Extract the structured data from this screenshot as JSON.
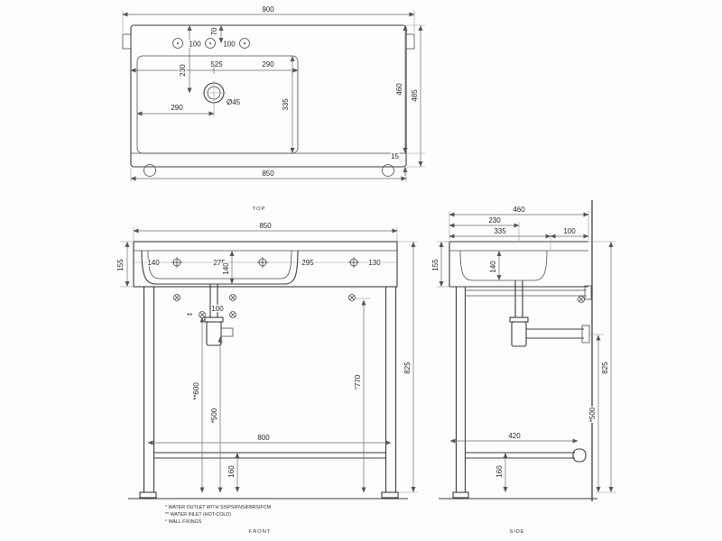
{
  "top_view": {
    "label": "TOP",
    "dim_overall_width": "900",
    "dim_hole_setback": "70",
    "dim_hole_pitch_1": "100",
    "dim_hole_pitch_2": "100",
    "dim_drain_setback": "230",
    "dim_525": "525",
    "dim_290_upper": "290",
    "dim_drain_dia": "Ø45",
    "dim_290_left": "290",
    "dim_335": "335",
    "dim_460": "460",
    "dim_485": "485",
    "dim_15": "15",
    "dim_850": "850"
  },
  "front_view": {
    "label": "FRONT",
    "dim_850": "850",
    "dim_155": "155",
    "dim_140_holes": "140",
    "dim_275": "275",
    "dim_295": "295",
    "dim_130": "130",
    "dim_140_bowl": "140",
    "inlet_marker": "**",
    "dim_100": "100",
    "dim_600": "**600",
    "dim_500": "*500",
    "dim_770": "°770",
    "dim_825": "825",
    "dim_800": "800",
    "dim_160": "160"
  },
  "side_view": {
    "label": "SIDE",
    "dim_460": "460",
    "dim_230": "230",
    "dim_335": "335",
    "dim_100": "100",
    "dim_155": "155",
    "dim_140": "140",
    "dim_500": "*500",
    "dim_825": "825",
    "dim_420": "420",
    "dim_160": "160"
  },
  "notes": [
    "*  WATER OUTLET WITH SISPSIFNSIFBRSIFCM",
    "** WATER INLET  (HOT-COLD)",
    "° WALL FIXINGS"
  ]
}
